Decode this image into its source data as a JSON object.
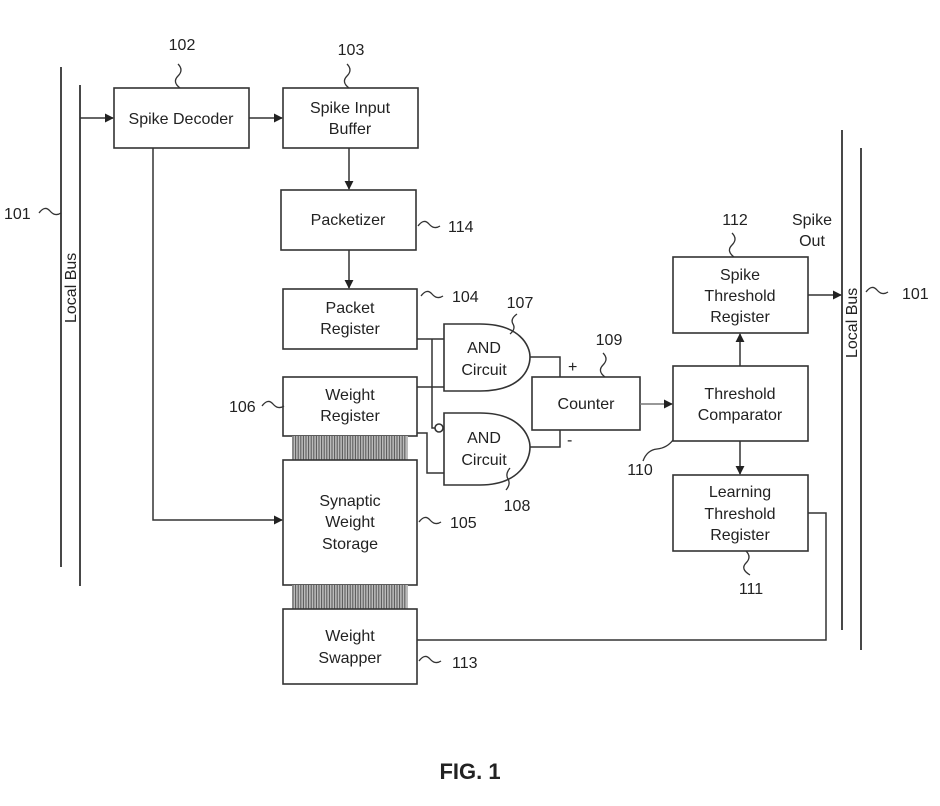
{
  "figure": {
    "caption": "FIG. 1"
  },
  "blocks": {
    "spike_decoder": {
      "lines": [
        "Spike Decoder"
      ],
      "ref": "102"
    },
    "spike_input_buffer": {
      "lines": [
        "Spike Input",
        "Buffer"
      ],
      "ref": "103"
    },
    "packetizer": {
      "lines": [
        "Packetizer"
      ],
      "ref": "114"
    },
    "packet_register": {
      "lines": [
        "Packet",
        "Register"
      ],
      "ref": "104"
    },
    "weight_register": {
      "lines": [
        "Weight",
        "Register"
      ],
      "ref": "106"
    },
    "synaptic_weight_storage": {
      "lines": [
        "Synaptic",
        "Weight",
        "Storage"
      ],
      "ref": "105"
    },
    "weight_swapper": {
      "lines": [
        "Weight",
        "Swapper"
      ],
      "ref": "113"
    },
    "and_circuit_1": {
      "lines": [
        "AND",
        "Circuit"
      ],
      "ref": "107"
    },
    "and_circuit_2": {
      "lines": [
        "AND",
        "Circuit"
      ],
      "ref": "108"
    },
    "counter": {
      "lines": [
        "Counter"
      ],
      "ref": "109",
      "plus_label": "+",
      "minus_label": "-"
    },
    "threshold_comparator": {
      "lines": [
        "Threshold",
        "Comparator"
      ],
      "ref": "110"
    },
    "spike_threshold_register": {
      "lines": [
        "Spike",
        "Threshold",
        "Register"
      ],
      "ref": "112"
    },
    "learning_threshold_register": {
      "lines": [
        "Learning",
        "Threshold",
        "Register"
      ],
      "ref": "111"
    }
  },
  "buses": {
    "left": {
      "label": "Local Bus",
      "ref": "101"
    },
    "right": {
      "label": "Local Bus",
      "ref": "101"
    }
  },
  "annotations": {
    "spike_out": [
      "Spike",
      "Out"
    ]
  }
}
